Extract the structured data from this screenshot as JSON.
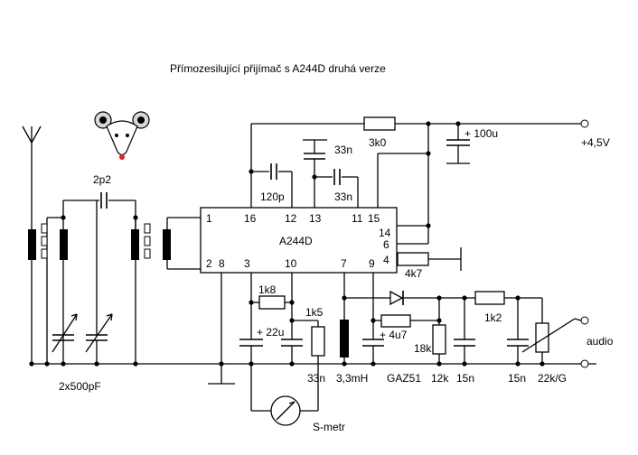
{
  "title": "Přímozesilující přijímač s A244D druhá verze",
  "ic": {
    "name": "A244D",
    "pins": [
      "1",
      "16",
      "12",
      "13",
      "11",
      "15",
      "14",
      "6",
      "4",
      "2",
      "8",
      "3",
      "10",
      "7",
      "9"
    ]
  },
  "labels": {
    "cap_2p2": "2p2",
    "cap_120p": "120p",
    "cap_33n_top": "33n",
    "cap_33n_mid": "33n",
    "res_3k0": "3k0",
    "cap_100u": "+ 100u",
    "supply": "+4,5V",
    "res_4k7": "4k7",
    "res_1k8": "1k8",
    "res_1k5": "1k5",
    "cap_22u": "+ 22u",
    "cap_33n_bottom": "33n",
    "cap_4u7": "+ 4u7",
    "res_18k": "18k",
    "res_1k2": "1k2",
    "tuning_cap": "2x500pF",
    "inductor": "3,3mH",
    "diode": "GAZ51",
    "res_12k": "12k",
    "cap_15n_a": "15n",
    "cap_15n_b": "15n",
    "pot": "22k/G",
    "audio": "audio",
    "meter": "S-metr"
  }
}
